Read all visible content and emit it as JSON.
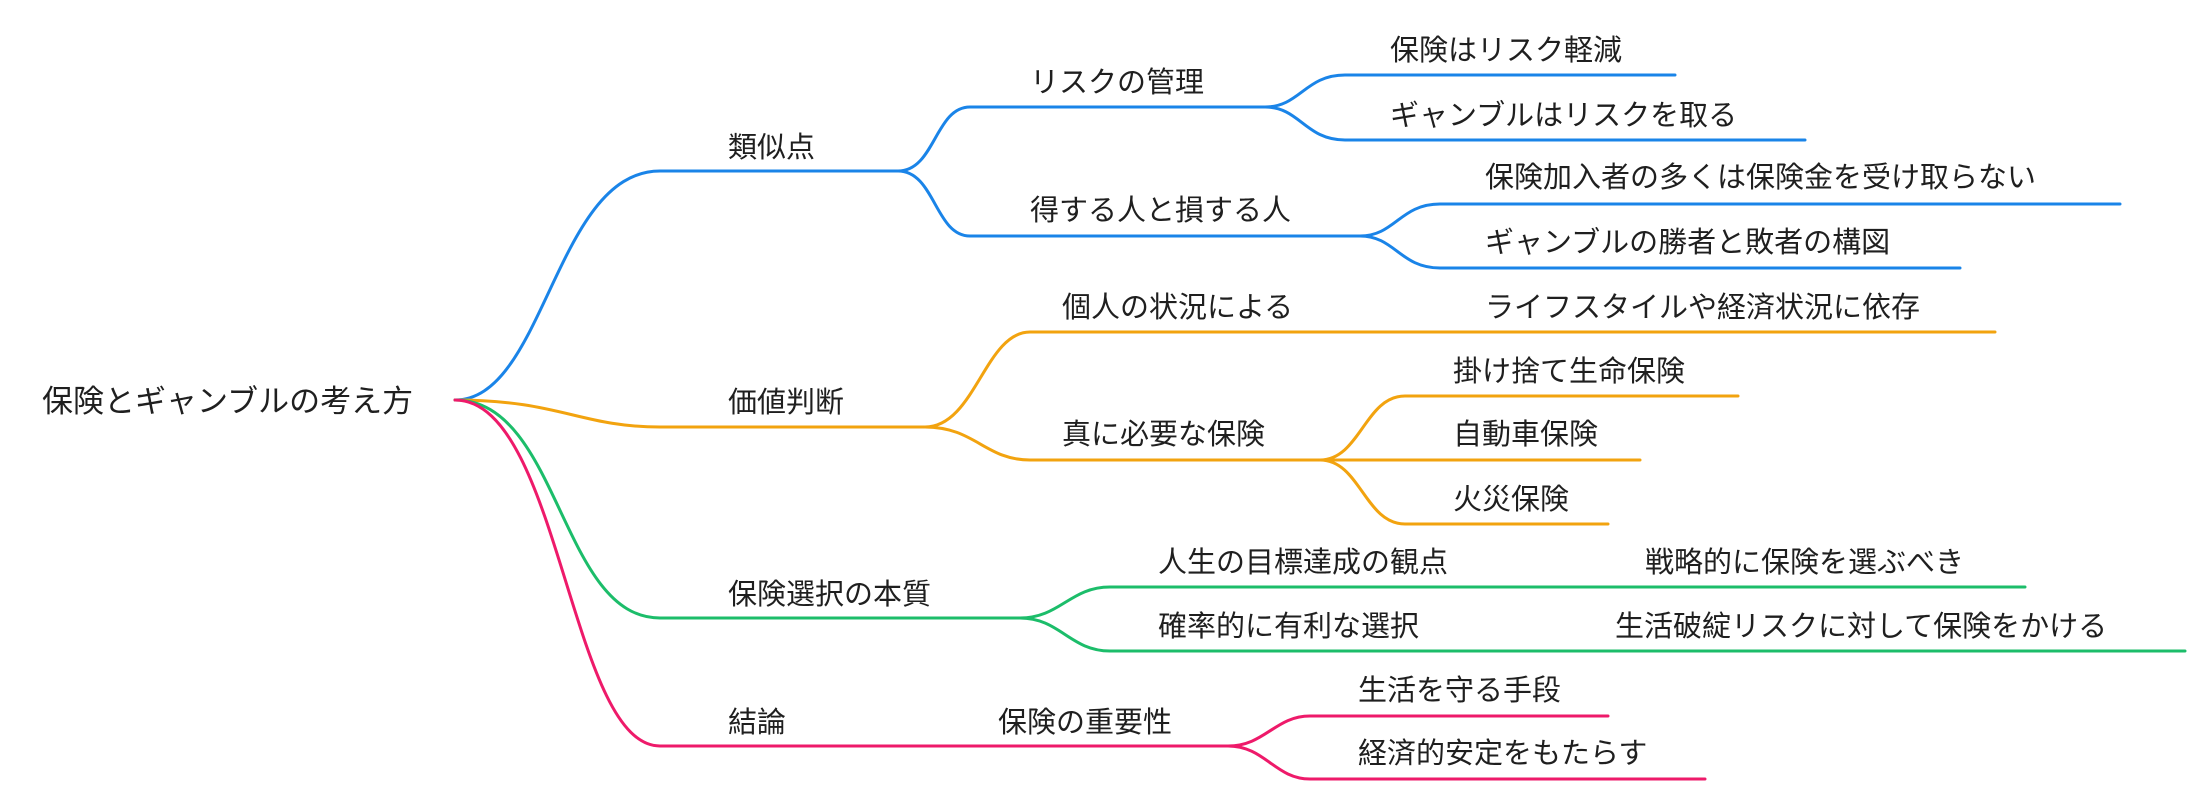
{
  "root": {
    "label": "保険とギャンブルの考え方"
  },
  "branches": [
    {
      "label": "類似点",
      "color": "#1a84e8",
      "children": [
        {
          "label": "リスクの管理",
          "children": [
            {
              "label": "保険はリスク軽減"
            },
            {
              "label": "ギャンブルはリスクを取る"
            }
          ]
        },
        {
          "label": "得する人と損する人",
          "children": [
            {
              "label": "保険加入者の多くは保険金を受け取らない"
            },
            {
              "label": "ギャンブルの勝者と敗者の構図"
            }
          ]
        }
      ]
    },
    {
      "label": "価値判断",
      "color": "#f2a30f",
      "children": [
        {
          "label": "個人の状況による",
          "children": [
            {
              "label": "ライフスタイルや経済状況に依存"
            }
          ]
        },
        {
          "label": "真に必要な保険",
          "children": [
            {
              "label": "掛け捨て生命保険"
            },
            {
              "label": "自動車保険"
            },
            {
              "label": "火災保険"
            }
          ]
        }
      ]
    },
    {
      "label": "保険選択の本質",
      "color": "#1cbd6a",
      "children": [
        {
          "label": "人生の目標達成の観点",
          "children": [
            {
              "label": "戦略的に保険を選ぶべき"
            }
          ]
        },
        {
          "label": "確率的に有利な選択",
          "children": [
            {
              "label": "生活破綻リスクに対して保険をかける"
            }
          ]
        }
      ]
    },
    {
      "label": "結論",
      "color": "#ee1a6a",
      "children": [
        {
          "label": "保険の重要性",
          "children": [
            {
              "label": "生活を守る手段"
            },
            {
              "label": "経済的安定をもたらす"
            }
          ]
        }
      ]
    }
  ]
}
